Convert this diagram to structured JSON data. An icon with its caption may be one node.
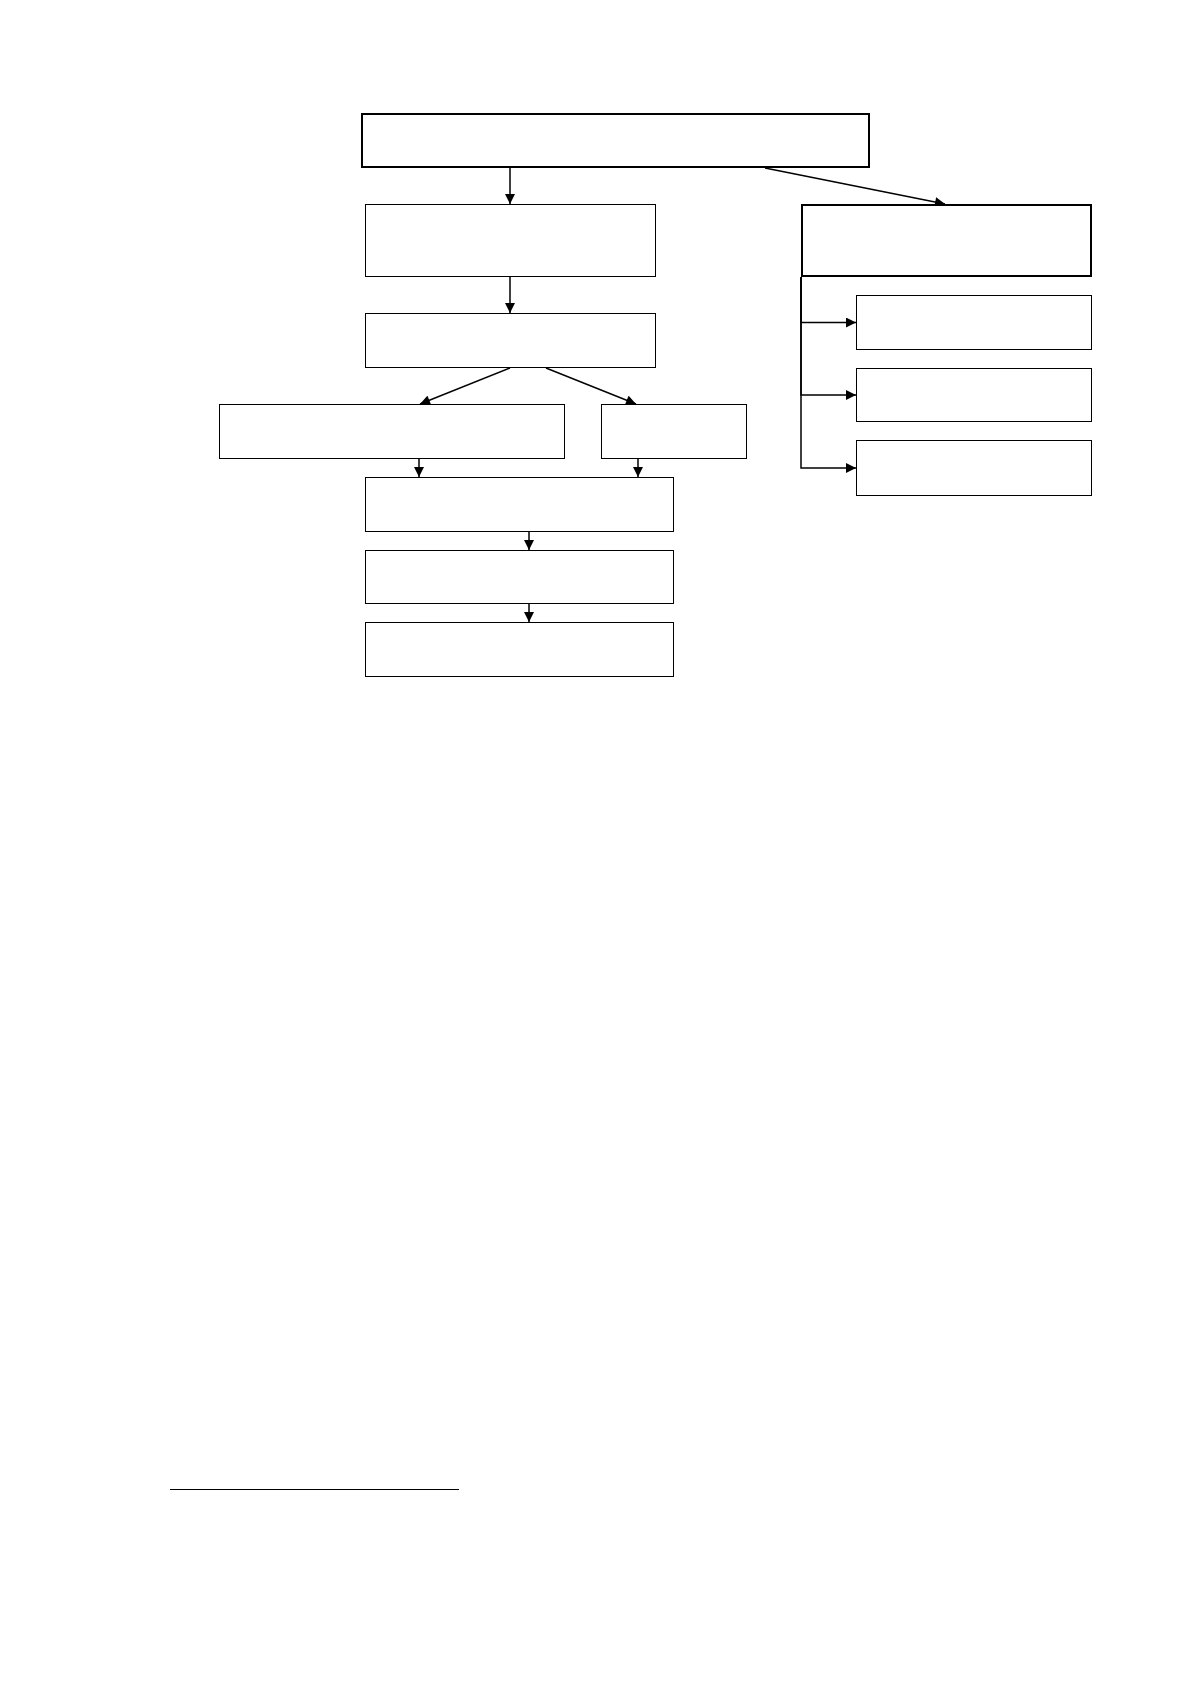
{
  "diagram": {
    "nodes": [
      {
        "text": [],
        "shape": "box"
      },
      {
        "text": [],
        "shape": "box"
      },
      {
        "text": [],
        "shape": "box"
      },
      {
        "text": [],
        "shape": "box"
      },
      {
        "text": [],
        "shape": "box"
      },
      {
        "text": [],
        "shape": "box"
      },
      {
        "text": [],
        "shape": "box"
      },
      {
        "text": [],
        "shape": "box"
      },
      {
        "text": [],
        "shape": "box"
      },
      {
        "text": [],
        "shape": "box"
      },
      {
        "text": [],
        "shape": "box"
      },
      {
        "text": [],
        "shape": "box"
      }
    ],
    "edges": [
      {
        "from": 0,
        "to": 1,
        "arrow": "to"
      },
      {
        "from": 0,
        "to": 2,
        "arrow": "to"
      },
      {
        "from": 1,
        "to": 3,
        "arrow": "to"
      },
      {
        "from": 2,
        "to": 4,
        "arrow": "to"
      },
      {
        "from": 2,
        "to": 5,
        "arrow": "to"
      },
      {
        "from": 2,
        "to": 8,
        "arrow": "to"
      },
      {
        "from": 3,
        "to": 6,
        "arrow": "to"
      },
      {
        "from": 3,
        "to": 7,
        "arrow": "to"
      },
      {
        "from": 6,
        "to": 9,
        "arrow": "to"
      },
      {
        "from": 7,
        "to": 9,
        "arrow": "to"
      },
      {
        "from": 9,
        "to": 10,
        "arrow": "to"
      },
      {
        "from": 10,
        "to": 11,
        "arrow": "to"
      }
    ]
  }
}
